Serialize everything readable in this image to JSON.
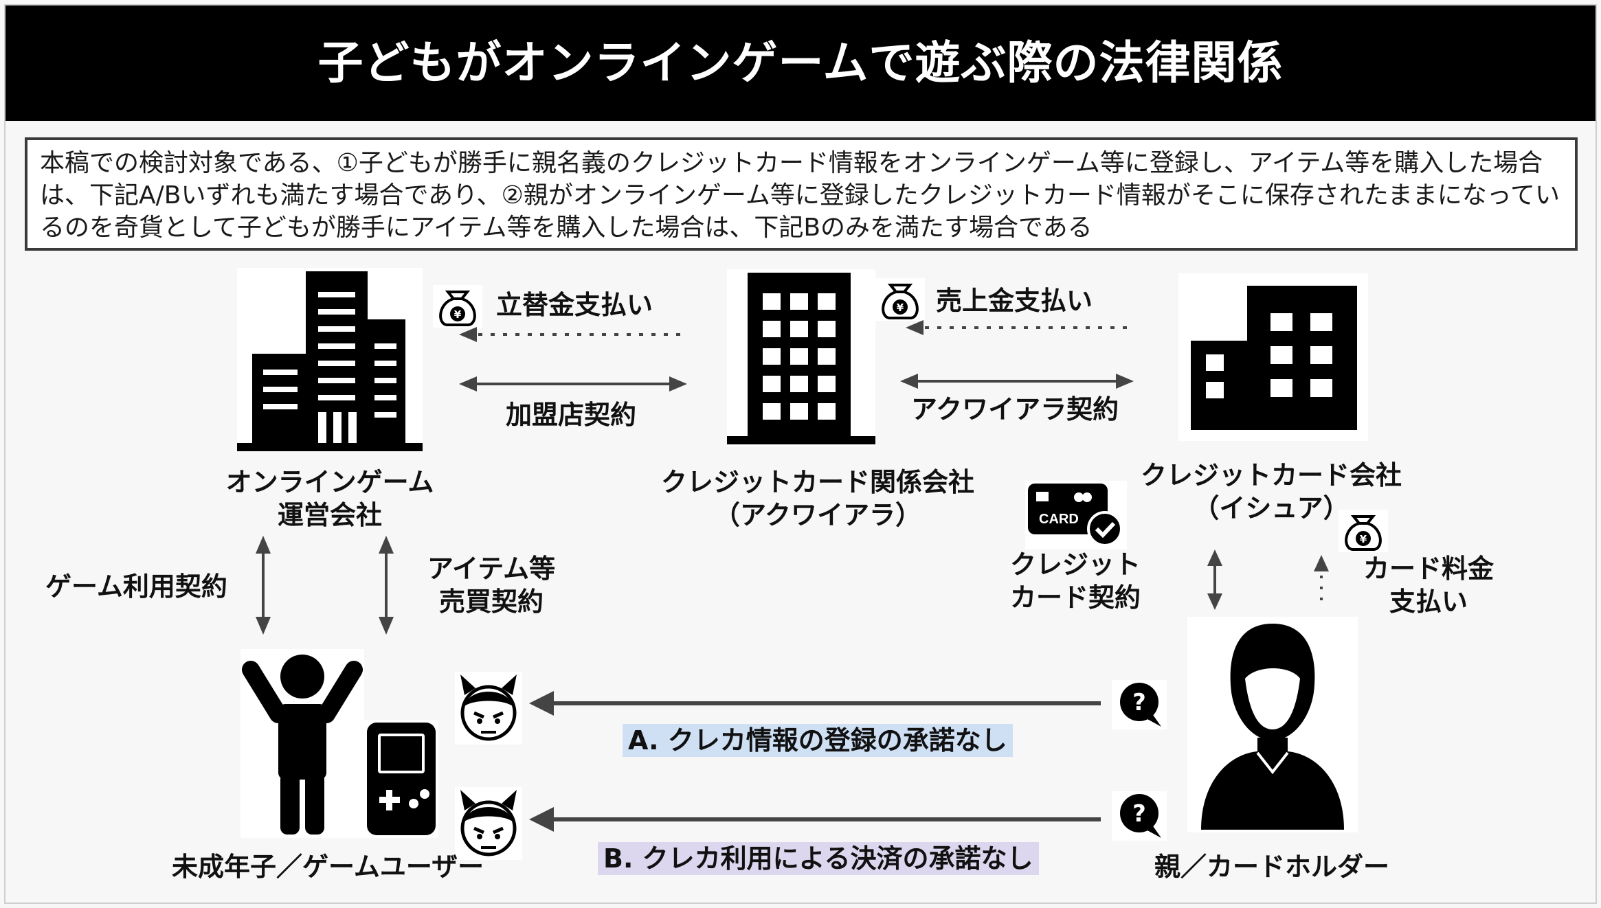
{
  "title": "子どもがオンラインゲームで遊ぶ際の法律関係",
  "note": "本稿での検討対象である、①子どもが勝手に親名義のクレジットカード情報をオンラインゲーム等に登録し、アイテム等を購入した場合は、下記A/Bいずれも満たす場合であり、②親がオンラインゲーム等に登録したクレジットカード情報がそこに保存されたままになっているのを奇貨として子どもが勝手にアイテム等を購入した場合は、下記Bのみを満たす場合である",
  "entities": {
    "game_operator": [
      "オンラインゲーム",
      "運営会社"
    ],
    "acquirer": [
      "クレジットカード関係会社",
      "（アクワイアラ）"
    ],
    "issuer": [
      "クレジットカード会社",
      "（イシュア）"
    ],
    "child": "未成年子／ゲームユーザー",
    "parent": "親／カードホルダー"
  },
  "relations": {
    "advance_payment": "立替金支払い",
    "sales_payment": "売上金支払い",
    "merchant_contract": "加盟店契約",
    "acquirer_contract": "アクワイアラ契約",
    "game_use_contract": "ゲーム利用契約",
    "item_sale_contract": [
      "アイテム等",
      "売買契約"
    ],
    "credit_card_contract": [
      "クレジット",
      "カード契約"
    ],
    "card_fee_payment": [
      "カード料金",
      "支払い"
    ]
  },
  "card_icon_text": "CARD",
  "conditions": {
    "a": "A. クレカ情報の登録の承諾なし",
    "b": "B. クレカ利用による決済の承諾なし"
  },
  "colors": {
    "title_bg": "#000000",
    "highlight_a": "#cfe0f5",
    "highlight_b": "#dcd7ee",
    "arrow": "#444444"
  }
}
